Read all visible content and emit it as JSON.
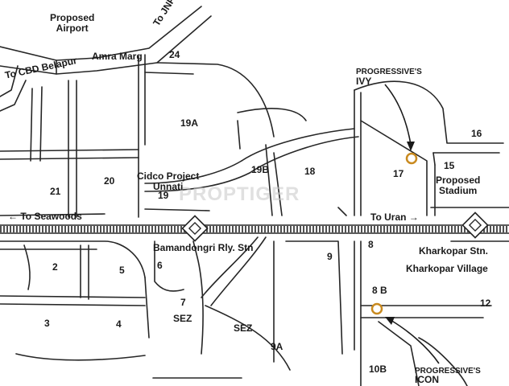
{
  "labels": {
    "airport": "Proposed\nAirport",
    "jnpt": "To JNPT",
    "cbd": "To CBD Belapur",
    "amra": "Amra Marg",
    "seawoods": "← To Seawoods",
    "uran": "To Uran →",
    "cidco": "Cidco Project\nUnnati",
    "bamandongri": "Bamandongri Rly. Stn",
    "kharkopar_stn": "Kharkopar Stn.",
    "kharkopar_village": "Kharkopar Village",
    "stadium": "Proposed\nStadium",
    "sez_a": "SEZ",
    "sez_b": "SEZ",
    "ivy_brand": "PROGRESSIVE'S",
    "ivy_name": "IVY",
    "icon_brand": "PROGRESSIVE'S",
    "icon_name": "ICON",
    "watermark": "PROPTIGER"
  },
  "sectors": {
    "s24": "24",
    "s19a": "19A",
    "s19b": "19B",
    "s19": "19",
    "s18": "18",
    "s17": "17",
    "s16": "16",
    "s15": "15",
    "s21": "21",
    "s20": "20",
    "s2": "2",
    "s5": "5",
    "s6": "6",
    "s3": "3",
    "s4": "4",
    "s7": "7",
    "s9": "9",
    "s9a": "9A",
    "s8": "8",
    "s8b": "8 B",
    "s12": "12",
    "s10b": "10B"
  },
  "colors": {
    "road": "#262626",
    "marker": "#c98a1f",
    "text": "#1a1a1a"
  }
}
